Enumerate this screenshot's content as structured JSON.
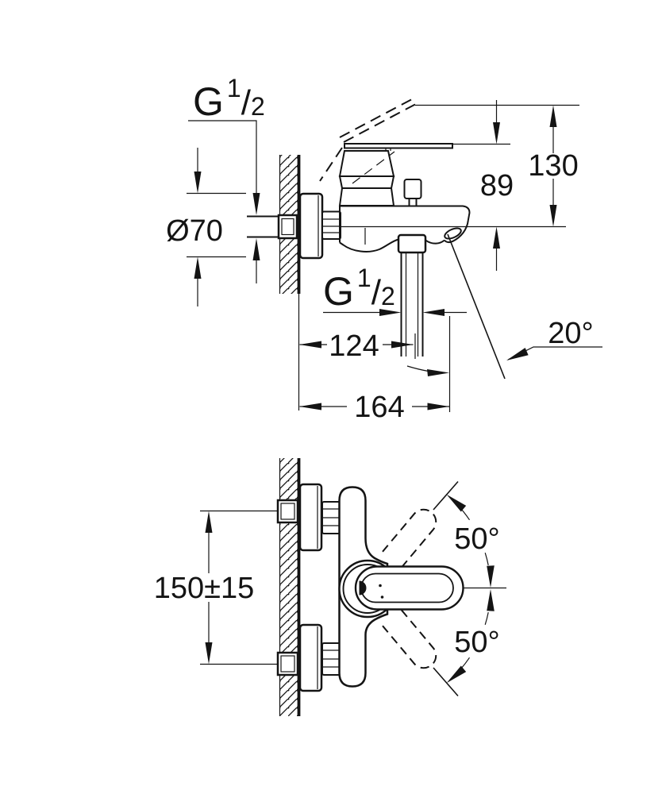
{
  "side_view": {
    "wall_thread": {
      "g": "G",
      "num": "1",
      "slash": "/",
      "den": "2"
    },
    "flange_diameter": "Ø70",
    "lever_height": "89",
    "open_height": "130",
    "hose_thread": {
      "g": "G",
      "num": "1",
      "slash": "/",
      "den": "2"
    },
    "hose_distance": "124",
    "overall_depth": "164",
    "outlet_angle": "20°"
  },
  "front_view": {
    "connection_spacing": "150±15",
    "swing_up_angle": "50°",
    "swing_down_angle": "50°"
  }
}
